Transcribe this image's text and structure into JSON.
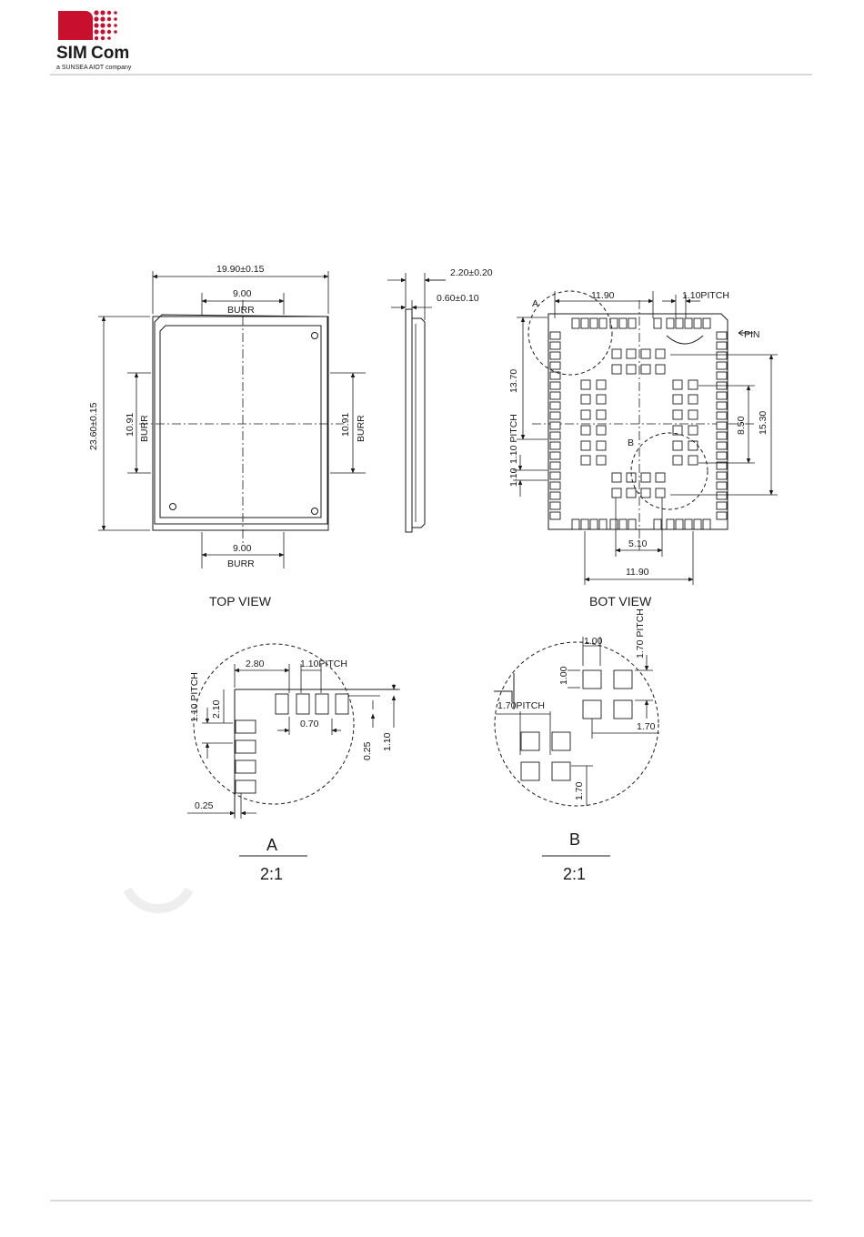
{
  "header": {
    "logo_text_sim": "SIM",
    "logo_text_com": "Com",
    "logo_tagline": "a SUNSEA AIOT company",
    "brand_color": "#c8102e"
  },
  "top_view": {
    "width": "19.90±0.15",
    "height": "23.60±0.15",
    "burr_top": "9.00",
    "burr_bottom": "9.00",
    "burr_left": "10.91",
    "burr_right": "10.91",
    "burr_label": "BURR",
    "caption": "TOP VIEW"
  },
  "side_view": {
    "thickness": "2.20±0.20",
    "base": "0.60±0.10"
  },
  "bot_view": {
    "top_span": "11.90",
    "pitch": "1.10PITCH",
    "left_dim": "13.70",
    "left_pitch": "1.10 PITCH",
    "left_pitch_val": "1.10",
    "right_inner": "8.50",
    "right_outer": "15.30",
    "bottom_inner": "5.10",
    "bottom_outer": "11.90",
    "label_a": "A",
    "label_b": "B",
    "pin1": "PIN",
    "caption": "BOT VIEW"
  },
  "detail_a": {
    "d1": "2.80",
    "d2": "1.10PITCH",
    "d3": "1.10 PITCH",
    "d4": "2.10",
    "d5": "0.70",
    "d6": "0.25",
    "d7": "1.10",
    "d8": "0.25",
    "label": "A",
    "scale": "2:1"
  },
  "detail_b": {
    "d1": "1.00",
    "d2": "1.00",
    "d3": "1.70 PITCH",
    "d4": "1.70PITCH",
    "d5": "1.70",
    "d6": "1.70",
    "label": "B",
    "scale": "2:1"
  }
}
